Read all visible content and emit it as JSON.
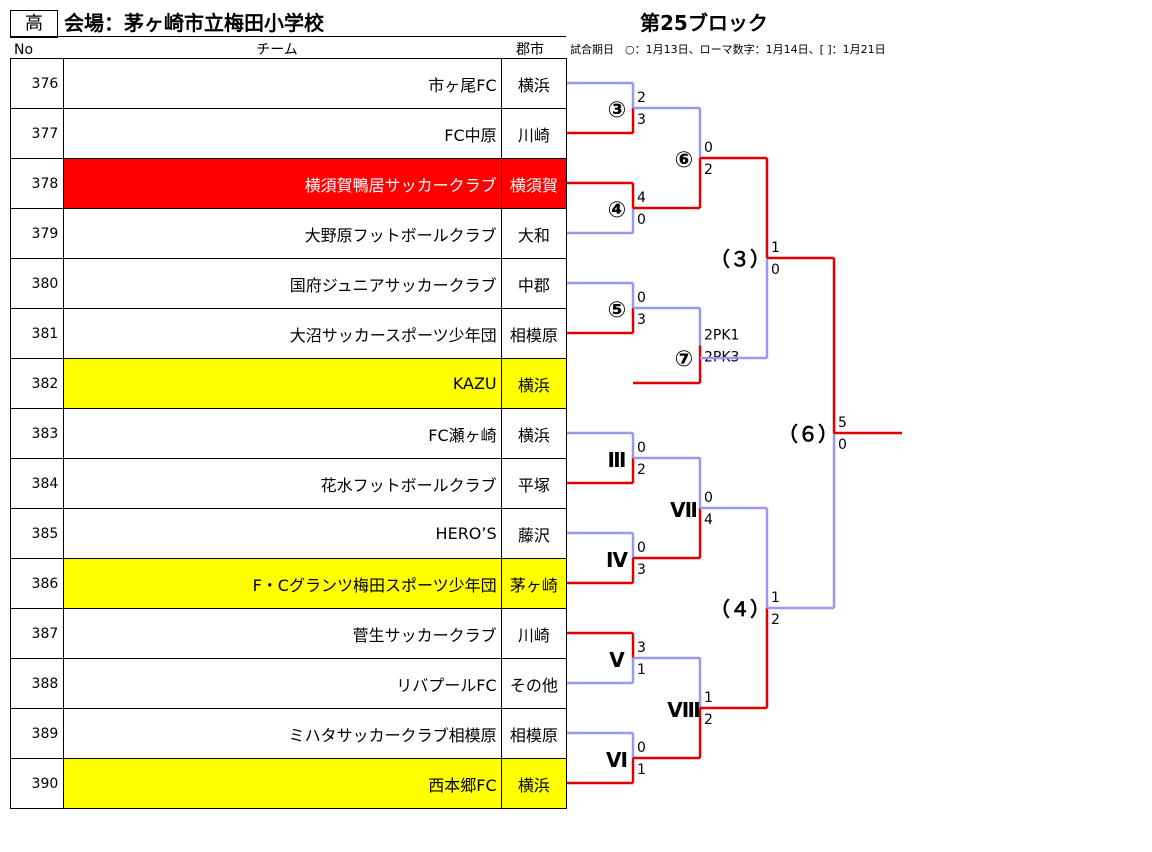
{
  "header": {
    "badge": "高",
    "venue": "会場：茅ヶ崎市立梅田小学校",
    "block": "第25ブロック",
    "col_no": "No",
    "col_team": "チーム",
    "col_city": "郡市",
    "dates_note": "試合期日　○：1月13日、ローマ数字：1月14日、[ ]：1月21日"
  },
  "colors": {
    "red": "#ff0000",
    "yellow": "#ffff00",
    "line_red": "#e00000",
    "line_blue": "#9999ee"
  },
  "teams": [
    {
      "no": "376",
      "name": "市ヶ尾FC",
      "city": "横浜",
      "bg": ""
    },
    {
      "no": "377",
      "name": "FC中原",
      "city": "川崎",
      "bg": ""
    },
    {
      "no": "378",
      "name": "横須賀鴨居サッカークラブ",
      "city": "横須賀",
      "bg": "red"
    },
    {
      "no": "379",
      "name": "大野原フットボールクラブ",
      "city": "大和",
      "bg": ""
    },
    {
      "no": "380",
      "name": "国府ジュニアサッカークラブ",
      "city": "中郡",
      "bg": ""
    },
    {
      "no": "381",
      "name": "大沼サッカースポーツ少年団",
      "city": "相模原",
      "bg": ""
    },
    {
      "no": "382",
      "name": "KAZU",
      "city": "横浜",
      "bg": "yellow"
    },
    {
      "no": "383",
      "name": "FC瀬ヶ崎",
      "city": "横浜",
      "bg": ""
    },
    {
      "no": "384",
      "name": "花水フットボールクラブ",
      "city": "平塚",
      "bg": ""
    },
    {
      "no": "385",
      "name": "HERO’S",
      "city": "藤沢",
      "bg": ""
    },
    {
      "no": "386",
      "name": "F・Cグランツ梅田スポーツ少年団",
      "city": "茅ヶ崎",
      "bg": "yellow"
    },
    {
      "no": "387",
      "name": "菅生サッカークラブ",
      "city": "川崎",
      "bg": ""
    },
    {
      "no": "388",
      "name": "リバプールFC",
      "city": "その他",
      "bg": ""
    },
    {
      "no": "389",
      "name": "ミハタサッカークラブ相模原",
      "city": "相模原",
      "bg": ""
    },
    {
      "no": "390",
      "name": "西本郷FC",
      "city": "横浜",
      "bg": "yellow"
    }
  ],
  "matches": [
    {
      "label": "③",
      "top": "2",
      "bottom": "3",
      "winner": "bottom"
    },
    {
      "label": "④",
      "top": "4",
      "bottom": "0",
      "winner": "top"
    },
    {
      "label": "⑤",
      "top": "0",
      "bottom": "3",
      "winner": "bottom"
    },
    {
      "label": "Ⅲ",
      "top": "0",
      "bottom": "2",
      "winner": "bottom"
    },
    {
      "label": "Ⅳ",
      "top": "0",
      "bottom": "3",
      "winner": "bottom"
    },
    {
      "label": "Ⅴ",
      "top": "3",
      "bottom": "1",
      "winner": "top"
    },
    {
      "label": "Ⅵ",
      "top": "0",
      "bottom": "1",
      "winner": "bottom"
    },
    {
      "label": "⑥",
      "top": "0",
      "bottom": "2",
      "winner": "bottom"
    },
    {
      "label": "⑦",
      "top": "2PK1",
      "bottom": "2PK3",
      "winner": "bottom"
    },
    {
      "label": "Ⅶ",
      "top": "0",
      "bottom": "4",
      "winner": "bottom"
    },
    {
      "label": "Ⅷ",
      "top": "1",
      "bottom": "2",
      "winner": "bottom"
    },
    {
      "label": "（３）",
      "top": "1",
      "bottom": "0",
      "winner": "top"
    },
    {
      "label": "（４）",
      "top": "1",
      "bottom": "2",
      "winner": "bottom"
    },
    {
      "label": "（６）",
      "top": "5",
      "bottom": "0",
      "winner": "top"
    }
  ]
}
